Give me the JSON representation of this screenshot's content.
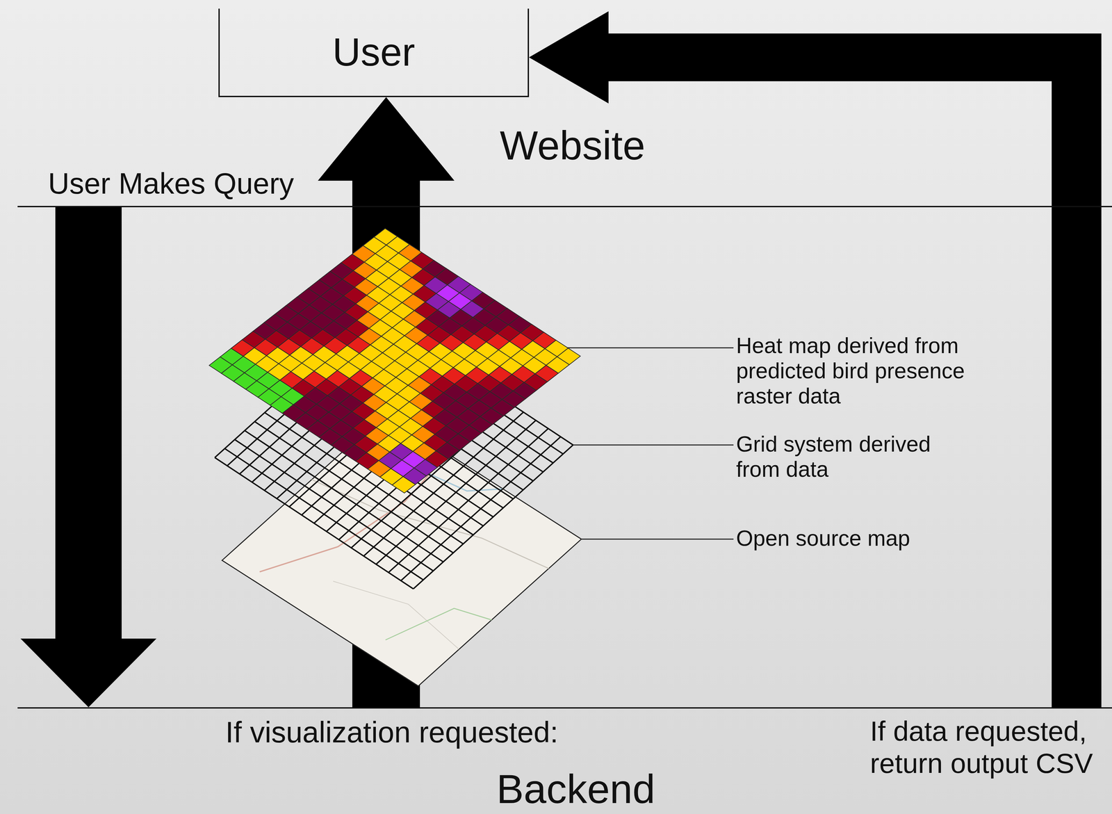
{
  "diagram": {
    "nodes": [
      {
        "text": [
          "Website"
        ]
      },
      {
        "text": [
          "User"
        ],
        "in": 0
      },
      {
        "text": [
          "Backend"
        ]
      }
    ],
    "edges": [
      {
        "from": 0,
        "to": 2,
        "arrow": "to",
        "label": "User Makes Query"
      },
      {
        "from": 2,
        "to": 1,
        "arrow": "to",
        "label": "If visualization requested:"
      },
      {
        "from": 2,
        "to": 1,
        "arrow": "to",
        "label": "If data requested, return output CSV"
      }
    ],
    "labels": [
      "Heat map derived from predicted bird presence raster data",
      "Grid system derived from data",
      "Open source map"
    ]
  }
}
